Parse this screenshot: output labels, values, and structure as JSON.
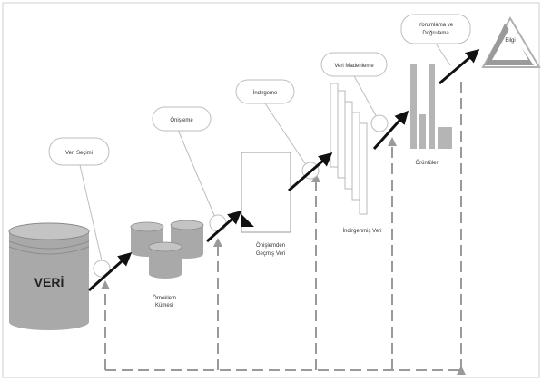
{
  "diagram": {
    "stages": {
      "veri": "VERİ",
      "orneklem": [
        "Örneklem",
        "Kümesi"
      ],
      "onislem": [
        "Önişlemden",
        "Geçmiş Veri"
      ],
      "indirgenmis": "İndirgenmiş Veri",
      "oruntuler": "Örüntüler",
      "bilgi": "Bilgi"
    },
    "callouts": {
      "veri_secimi": "Veri Seçimi",
      "onisleme": "Önişleme",
      "indirgeme": "İndirgeme",
      "veri_madenleme": "Veri Madenleme",
      "yorumlama": [
        "Yorumlama ve",
        "Doğrulama"
      ]
    },
    "colors": {
      "cylinder": "#a9a9a9",
      "cylinder_top": "#c4c4c4",
      "arrow": "#111111",
      "dashed": "#9a9a9a",
      "bars": "#b5b5b5",
      "frame": "#cfcfcf"
    }
  }
}
